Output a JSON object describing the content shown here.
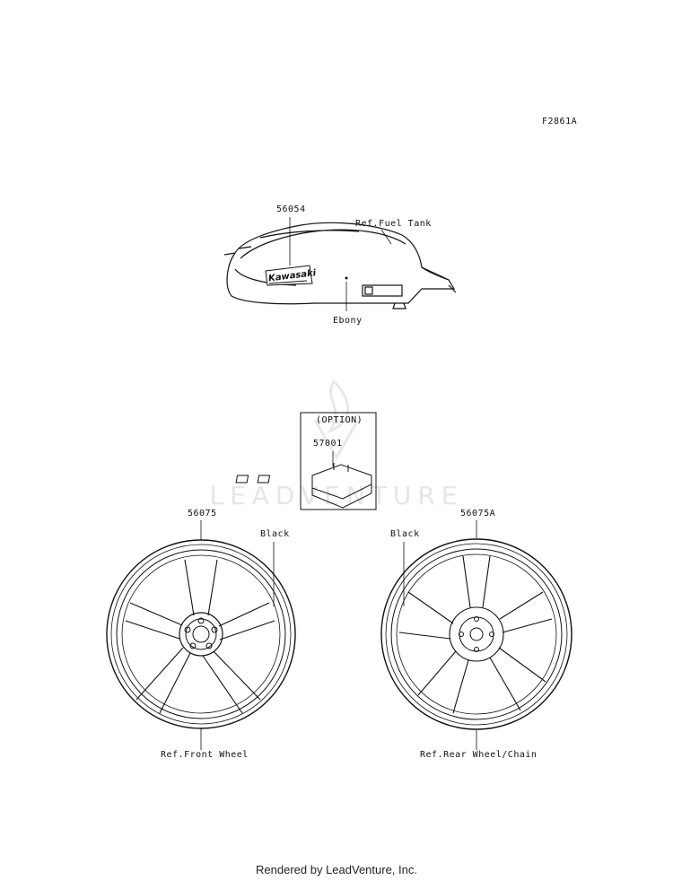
{
  "figure_code": "F2861A",
  "watermark": "LEADVENTURE",
  "fuel_tank": {
    "part_number": "56054",
    "ref_label": "Ref.Fuel Tank",
    "color_label": "Ebony",
    "emblem_text": "Kawasaki"
  },
  "option_box": {
    "title": "(OPTION)",
    "part_number": "57001"
  },
  "front_wheel": {
    "part_number": "56075",
    "color_label": "Black",
    "ref_label": "Ref.Front Wheel"
  },
  "rear_wheel": {
    "part_number": "56075A",
    "color_label": "Black",
    "ref_label": "Ref.Rear Wheel/Chain"
  },
  "footer_text": "Rendered by LeadVenture, Inc."
}
